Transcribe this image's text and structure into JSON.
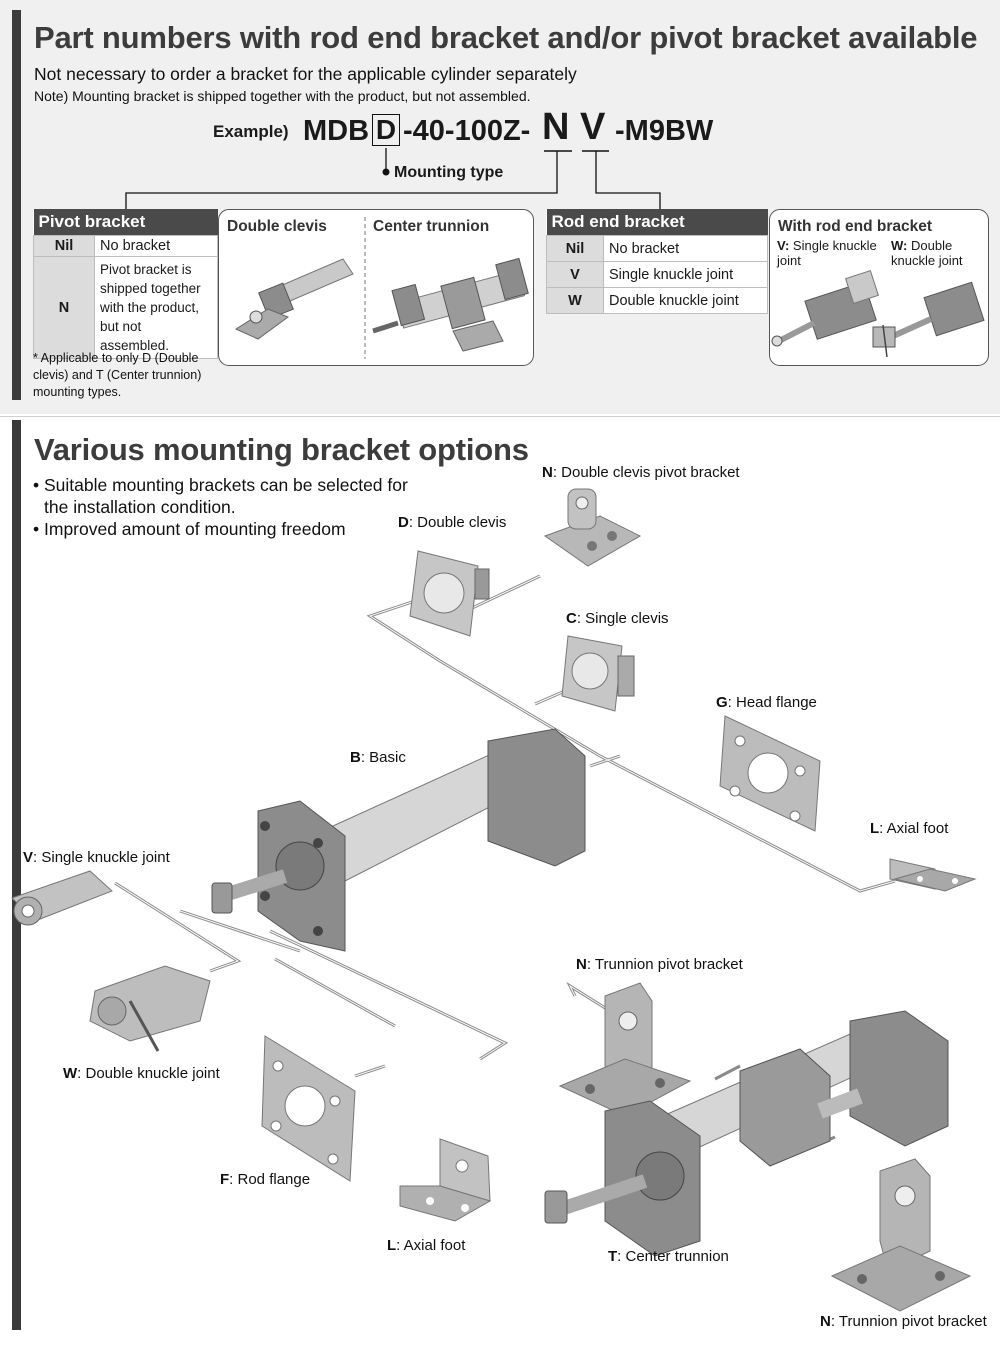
{
  "section1": {
    "title": "Part numbers with rod end bracket and/or pivot bracket available",
    "subtitle": "Not necessary to order a bracket for the applicable cylinder separately",
    "note": "Note) Mounting bracket is shipped together with the product, but not assembled.",
    "example": {
      "label": "Example)",
      "part_prefix": "MDB",
      "mount_code": "D",
      "part_middle": "-40-100Z-",
      "pivot_code": "N",
      "rod_code": "V",
      "suffix": "-M9BW",
      "mounting_type_label": "Mounting type"
    },
    "pivot_table": {
      "header": "Pivot bracket",
      "rows": [
        {
          "code": "Nil",
          "desc": "No bracket"
        },
        {
          "code": "N",
          "desc": "Pivot bracket is shipped together with the product, but not assembled."
        }
      ],
      "footnote_mark": "*",
      "footnote": "Applicable to only D (Double clevis) and T (Center trunnion) mounting types."
    },
    "pivot_card": {
      "col1": "Double clevis",
      "col2": "Center trunnion"
    },
    "rod_table": {
      "header": "Rod end bracket",
      "rows": [
        {
          "code": "Nil",
          "desc": "No bracket"
        },
        {
          "code": "V",
          "desc": "Single knuckle joint"
        },
        {
          "code": "W",
          "desc": "Double knuckle joint"
        }
      ]
    },
    "rod_card": {
      "title": "With rod end bracket",
      "v_code": "V:",
      "v_label": "Single knuckle joint",
      "w_code": "W:",
      "w_label": "Double knuckle joint"
    }
  },
  "section2": {
    "title": "Various mounting bracket options",
    "bullets": [
      "Suitable mounting brackets can be selected for the installation condition.",
      "Improved amount of mounting freedom"
    ],
    "parts": {
      "n_top": {
        "code": "N",
        "label": ": Double clevis pivot bracket"
      },
      "d": {
        "code": "D",
        "label": ": Double clevis"
      },
      "c": {
        "code": "C",
        "label": ": Single clevis"
      },
      "g": {
        "code": "G",
        "label": ": Head flange"
      },
      "b": {
        "code": "B",
        "label": ": Basic"
      },
      "l_right": {
        "code": "L",
        "label": ": Axial foot"
      },
      "v": {
        "code": "V",
        "label": ": Single knuckle joint"
      },
      "n_mid": {
        "code": "N",
        "label": ": Trunnion pivot bracket"
      },
      "w": {
        "code": "W",
        "label": ": Double knuckle joint"
      },
      "f": {
        "code": "F",
        "label": ": Rod flange"
      },
      "l_bottom": {
        "code": "L",
        "label": ": Axial foot"
      },
      "t": {
        "code": "T",
        "label": ": Center trunnion"
      },
      "n_bottom": {
        "code": "N",
        "label": ": Trunnion pivot bracket"
      }
    }
  },
  "colors": {
    "header_dark": "#4a4a4a",
    "code_cell": "#dcdcdc",
    "top_background": "#f0f0f0",
    "metal": "#b8b8b8",
    "cover_gray": "#8c8c8c"
  }
}
